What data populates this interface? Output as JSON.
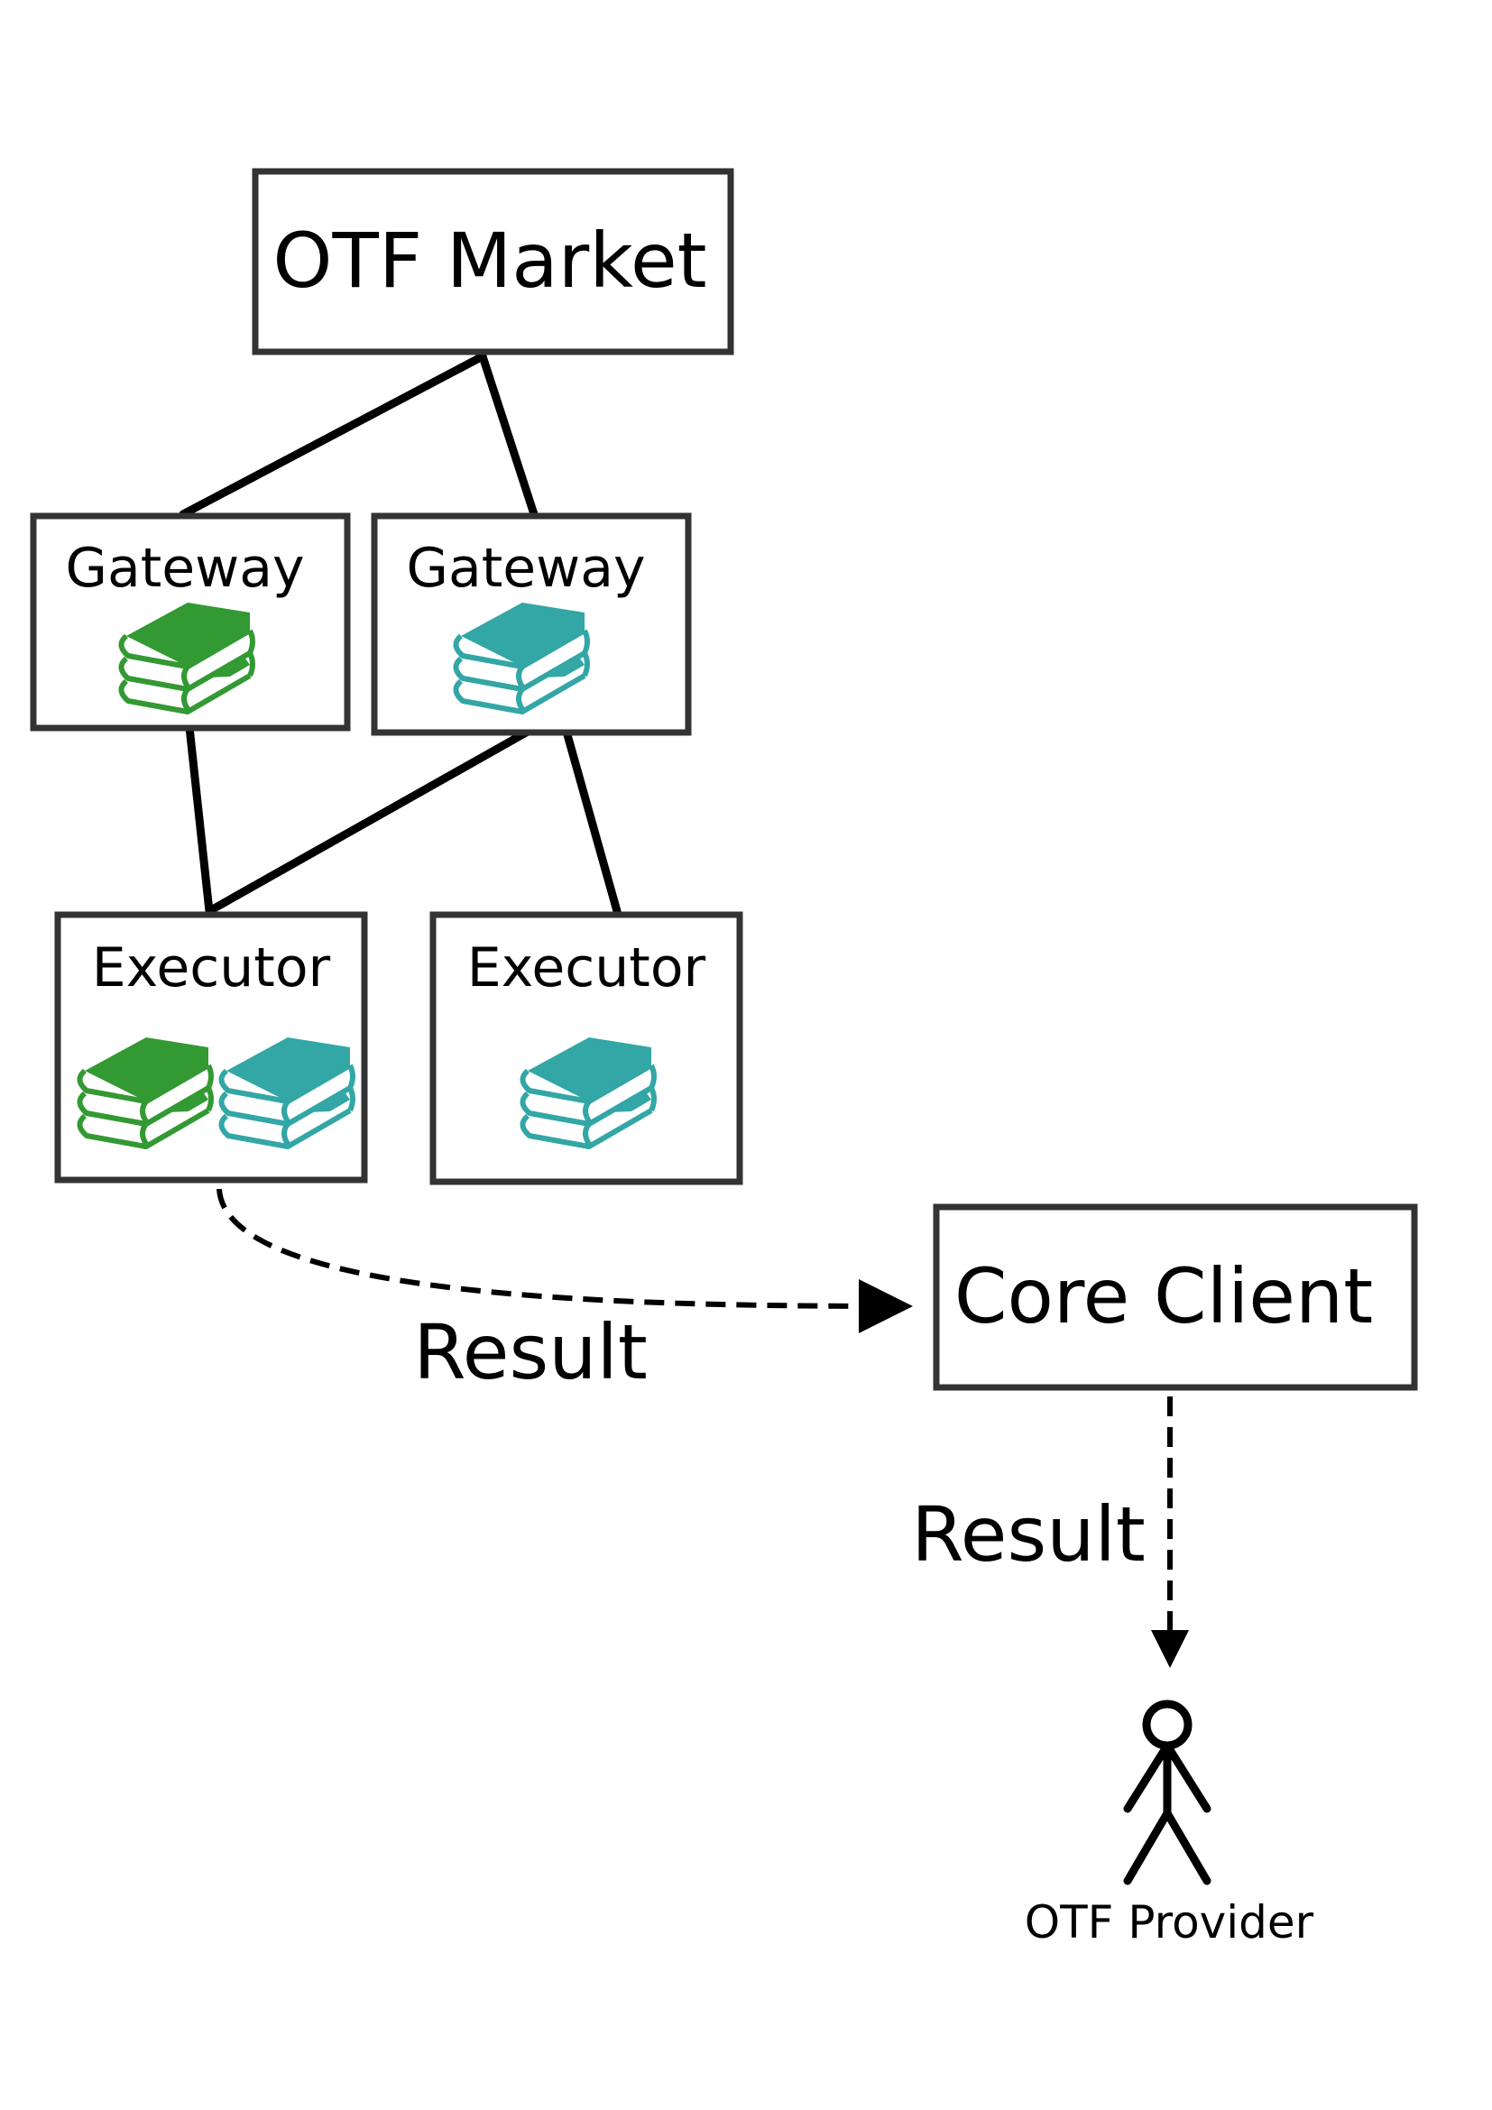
{
  "market": {
    "label": "OTF Market"
  },
  "gateways": [
    {
      "label": "Gateway",
      "books": [
        "green"
      ]
    },
    {
      "label": "Gateway",
      "books": [
        "teal"
      ]
    }
  ],
  "executors": [
    {
      "label": "Executor",
      "books": [
        "green",
        "teal"
      ]
    },
    {
      "label": "Executor",
      "books": [
        "teal"
      ]
    }
  ],
  "core_client": {
    "label": "Core Client"
  },
  "flows": [
    {
      "label": "Result"
    },
    {
      "label": "Result"
    }
  ],
  "provider": {
    "label": "OTF Provider"
  },
  "colors": {
    "green": "#339933",
    "teal": "#33a6a6",
    "stroke": "#333333"
  },
  "icons": {
    "book": "books-stack-icon",
    "actor": "person-actor-icon"
  }
}
